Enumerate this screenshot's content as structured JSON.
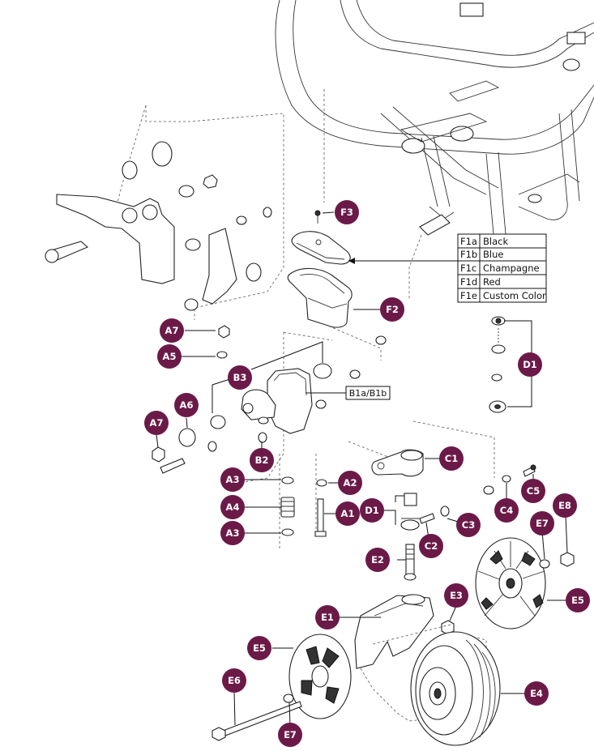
{
  "callouts": {
    "A1": "A1",
    "A2": "A2",
    "A3": "A3",
    "A4": "A4",
    "A5": "A5",
    "A6": "A6",
    "A7": "A7",
    "B2": "B2",
    "B3": "B3",
    "B1": "B1a/B1b",
    "C1": "C1",
    "C2": "C2",
    "C3": "C3",
    "C4": "C4",
    "C5": "C5",
    "D1": "D1",
    "E1": "E1",
    "E2": "E2",
    "E3": "E3",
    "E4": "E4",
    "E5": "E5",
    "E6": "E6",
    "E7": "E7",
    "E8": "E8",
    "F2": "F2",
    "F3": "F3"
  },
  "color_table": [
    {
      "code": "F1a",
      "color": "Black"
    },
    {
      "code": "F1b",
      "color": "Blue"
    },
    {
      "code": "F1c",
      "color": "Champagne"
    },
    {
      "code": "F1d",
      "color": "Red"
    },
    {
      "code": "F1e",
      "color": "Custom Color"
    }
  ],
  "colors": {
    "callout_fill": "#6b1a48",
    "line": "#222222"
  }
}
